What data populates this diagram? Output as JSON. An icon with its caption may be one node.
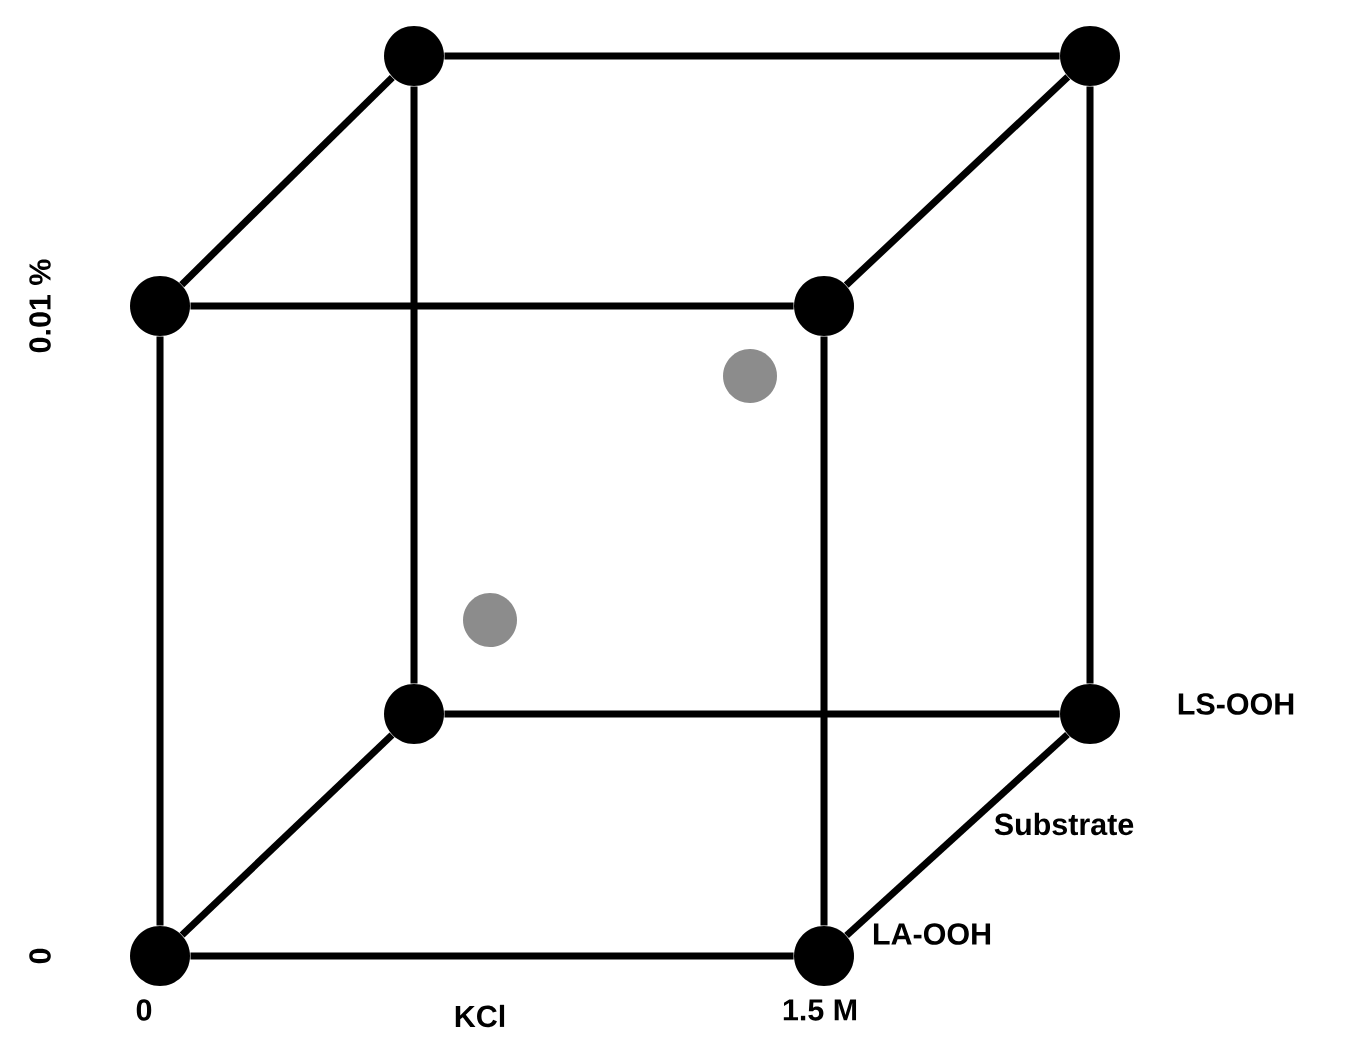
{
  "diagram": {
    "nodes": [
      {
        "text": [],
        "shape": "circle"
      },
      {
        "text": [],
        "shape": "circle"
      },
      {
        "text": [],
        "shape": "circle"
      },
      {
        "text": [],
        "shape": "circle"
      },
      {
        "text": [],
        "shape": "circle"
      },
      {
        "text": [],
        "shape": "circle"
      },
      {
        "text": [],
        "shape": "circle"
      },
      {
        "text": [],
        "shape": "circle"
      },
      {
        "text": [],
        "shape": "circle"
      },
      {
        "text": [],
        "shape": "circle"
      }
    ],
    "edges": [
      {
        "from": 0,
        "to": 1,
        "arrow": "none"
      },
      {
        "from": 0,
        "to": 2,
        "arrow": "none"
      },
      {
        "from": 1,
        "to": 3,
        "arrow": "none"
      },
      {
        "from": 2,
        "to": 3,
        "arrow": "none"
      },
      {
        "from": 0,
        "to": 6,
        "arrow": "none"
      },
      {
        "from": 1,
        "to": 7,
        "arrow": "none"
      },
      {
        "from": 2,
        "to": 8,
        "arrow": "none"
      },
      {
        "from": 3,
        "to": 9,
        "arrow": "none"
      },
      {
        "from": 6,
        "to": 7,
        "arrow": "none"
      },
      {
        "from": 6,
        "to": 8,
        "arrow": "none"
      },
      {
        "from": 7,
        "to": 9,
        "arrow": "none"
      },
      {
        "from": 8,
        "to": 9,
        "arrow": "none"
      }
    ],
    "labels": [
      "0.01 %",
      "0",
      "0",
      "KCl",
      "1.5 M",
      "LS-OOH",
      "Substrate",
      "LA-OOH"
    ]
  }
}
